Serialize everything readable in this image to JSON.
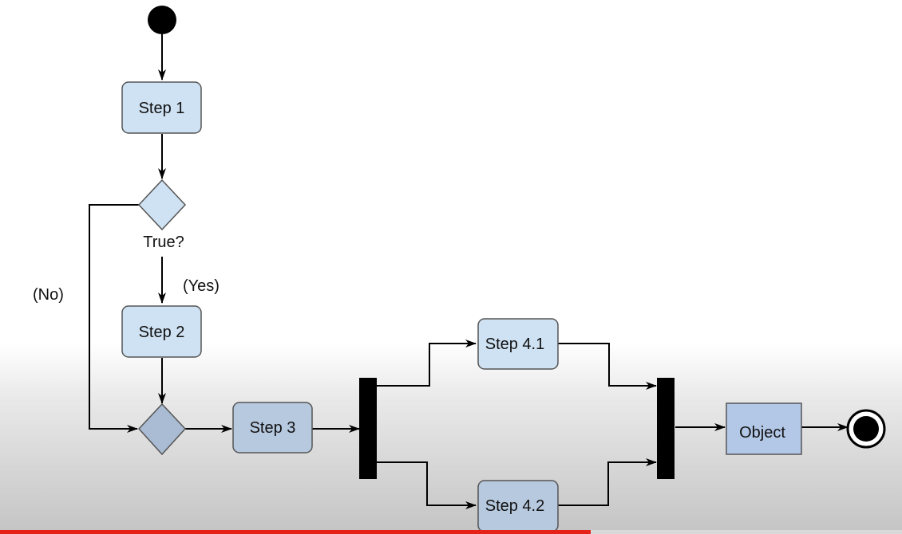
{
  "nodes": {
    "step1": "Step 1",
    "decision_label": "True?",
    "step2": "Step 2",
    "step3": "Step 3",
    "step41": "Step 4.1",
    "step42": "Step 4.2",
    "object": "Object"
  },
  "edges": {
    "yes": "(Yes)",
    "no": "(No)"
  },
  "colors": {
    "action_fill": "#cfe2f3",
    "action_stroke": "#555555",
    "object_fill": "#b3c7e6",
    "bar": "#000000",
    "progress": "#e62117"
  },
  "video_progress": 0.655
}
